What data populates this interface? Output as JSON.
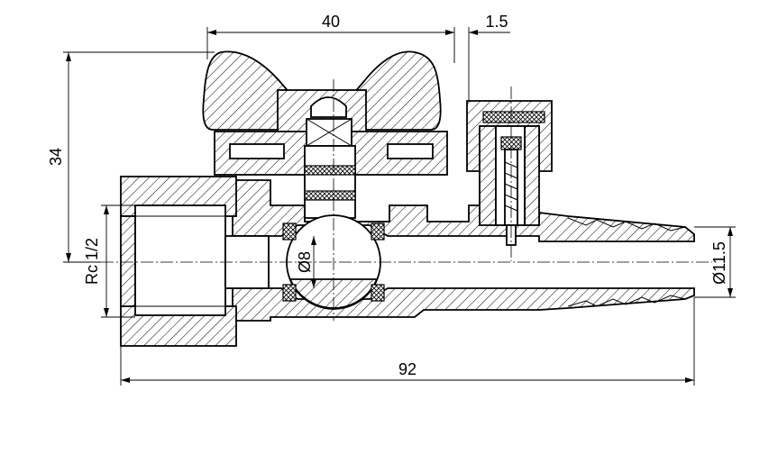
{
  "drawing": {
    "dimensions": {
      "width_handle": "40",
      "gap": "1.5",
      "height_total": "34",
      "thread": "Rc 1/2",
      "bore": "Ø8",
      "hose_tail": "Ø11.5",
      "overall_length": "92"
    }
  }
}
